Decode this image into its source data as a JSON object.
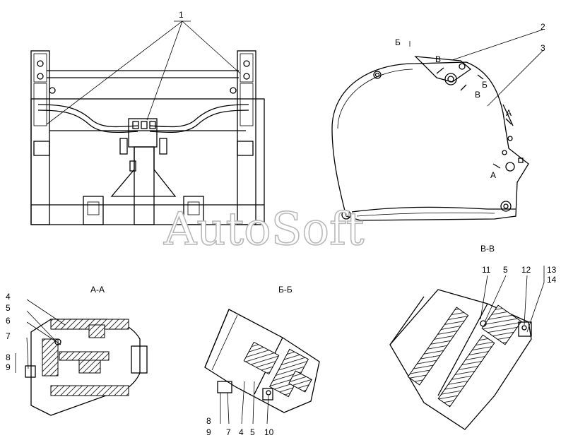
{
  "watermark": "AutoSoft",
  "sections": {
    "aa": "А-А",
    "bb": "Б-Б",
    "vv": "В-В"
  },
  "cut_marks": {
    "b_top": "Б",
    "v_top": "В",
    "b_mid": "Б",
    "v_mid": "В",
    "a_right": "А",
    "a_bottom": "А"
  },
  "callouts": {
    "front": [
      "1"
    ],
    "side": [
      "2",
      "3"
    ],
    "aa": [
      "4",
      "5",
      "6",
      "7",
      "8",
      "9"
    ],
    "bb": [
      "8",
      "9",
      "7",
      "4",
      "5",
      "10"
    ],
    "vv": [
      "11",
      "5",
      "12",
      "13",
      "14"
    ]
  }
}
